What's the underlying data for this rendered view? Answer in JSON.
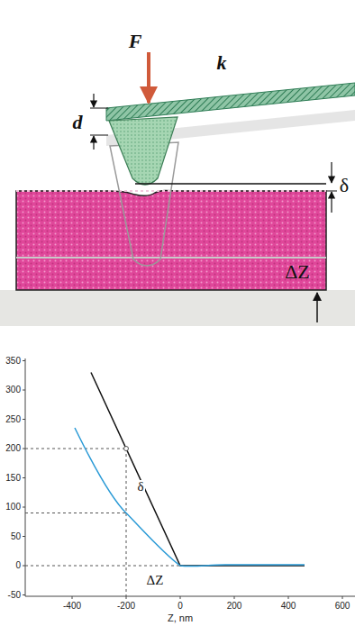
{
  "diagram": {
    "labels": [
      "F",
      "k",
      "d",
      "δ",
      "ΔZ",
      "350",
      "300",
      "250",
      "200",
      "150",
      "100",
      "50",
      "0",
      "-50",
      "-400",
      "-200",
      "0",
      "200",
      "400",
      "600",
      "Z, nm",
      "δ",
      "ΔZ"
    ]
  }
}
